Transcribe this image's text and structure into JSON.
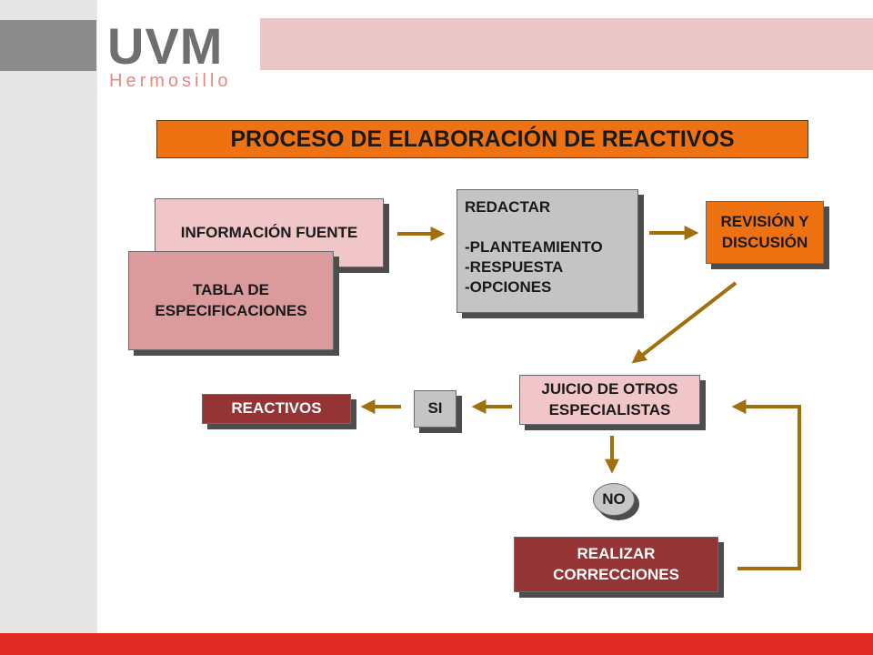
{
  "brand": {
    "name": "UVM",
    "campus": "Hermosillo"
  },
  "diagram": {
    "title": "PROCESO DE ELABORACIÓN DE REACTIVOS",
    "nodes": {
      "informacion_fuente": "INFORMACIÓN FUENTE",
      "tabla_especificaciones": "TABLA DE\nESPECIFICACIONES",
      "redactar": "REDACTAR\n\n-PLANTEAMIENTO\n-RESPUESTA\n-OPCIONES",
      "revision": "REVISIÓN Y\nDISCUSIÓN",
      "juicio": "JUICIO DE OTROS\nESPECIALISTAS",
      "si": "SI",
      "reactivos": "REACTIVOS",
      "no": "NO",
      "correcciones": "REALIZAR\nCORRECCIONES"
    }
  },
  "colors": {
    "title_bg": "#ee7211",
    "pink_box": "#f1c6c8",
    "pink_box_dark": "#db9a9c",
    "grey_box": "#c4c4c4",
    "orange_box": "#ee7211",
    "maroon_box": "#943434",
    "arrow": "#a0700d",
    "footer_bar": "#e02b25"
  }
}
